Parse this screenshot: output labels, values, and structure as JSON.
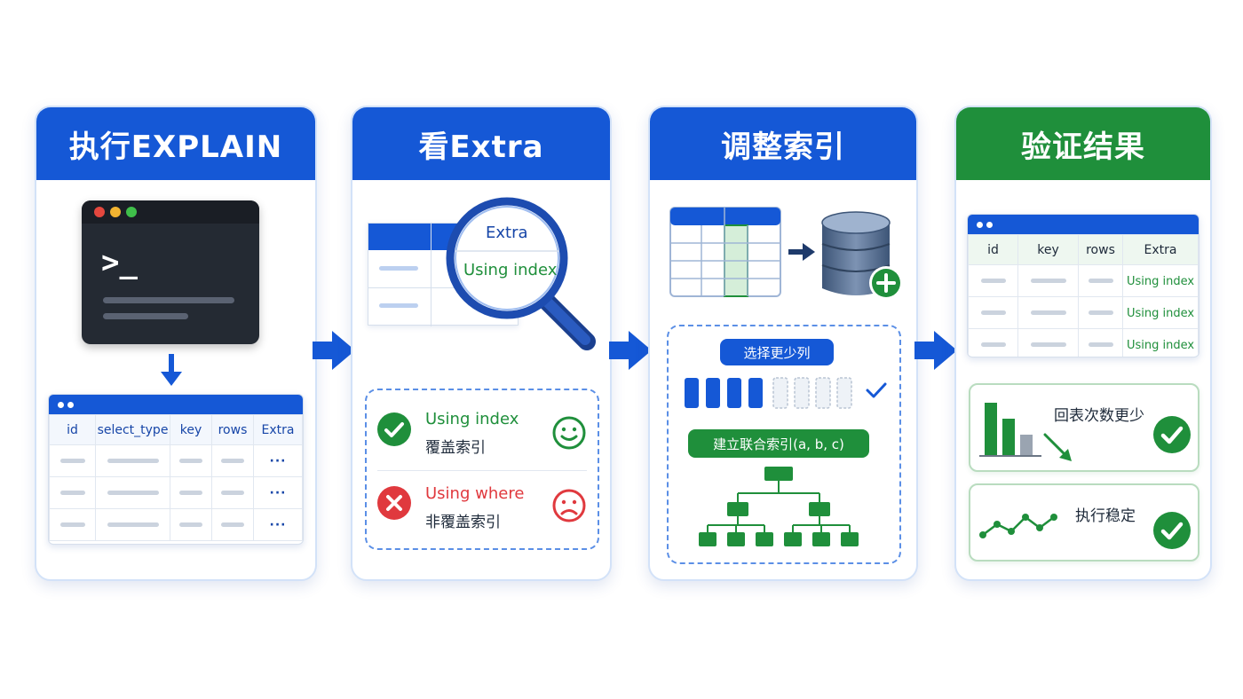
{
  "steps": [
    {
      "title": "执行EXPLAIN"
    },
    {
      "title": "看Extra"
    },
    {
      "title": "调整索引"
    },
    {
      "title": "验证结果"
    }
  ],
  "step1": {
    "prompt": ">_",
    "table_headers": [
      "id",
      "select_type",
      "key",
      "rows",
      "Extra"
    ],
    "extra_cell": "···"
  },
  "step2": {
    "lens_header": "Extra",
    "lens_value": "Using index",
    "good": {
      "label": "Using index",
      "sub": "覆盖索引"
    },
    "bad": {
      "label": "Using where",
      "sub": "非覆盖索引"
    }
  },
  "step3": {
    "select_fewer": "选择更少列",
    "composite_index": "建立联合索引(a, b, c)"
  },
  "step4": {
    "table_headers": [
      "id",
      "key",
      "rows",
      "Extra"
    ],
    "extra_value": "Using index",
    "result1": "回表次数更少",
    "result2": "执行稳定"
  },
  "colors": {
    "blue": "#1558d6",
    "green": "#1f8f3b",
    "red": "#e0393e"
  }
}
